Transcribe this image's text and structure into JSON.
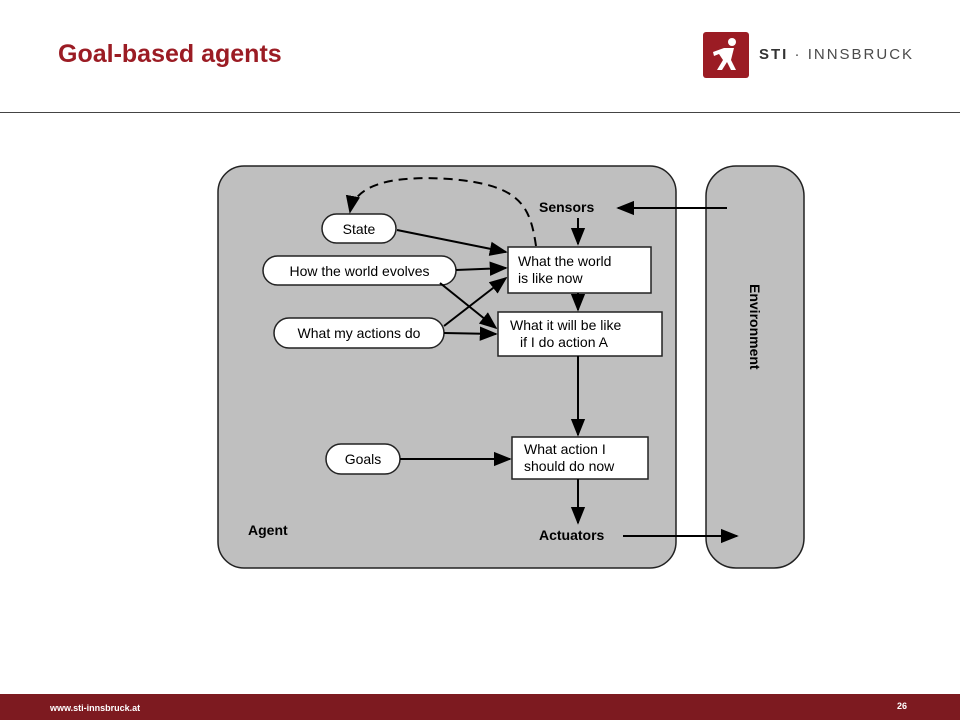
{
  "slide": {
    "title": "Goal-based agents",
    "footer_url": "www.sti-innsbruck.at",
    "page_number": "26"
  },
  "logo": {
    "name": "STI",
    "separator": " · ",
    "suffix": "INNSBRUCK"
  },
  "diagram": {
    "agent_label": "Agent",
    "environment_label": "Environment",
    "sensors": "Sensors",
    "actuators": "Actuators",
    "state": "State",
    "world_evolves": "How the world evolves",
    "my_actions": "What my actions do",
    "goals": "Goals",
    "world_now_l1": "What the world",
    "world_now_l2": "is like now",
    "will_be_l1": "What it will be like",
    "will_be_l2": "if I do action A",
    "action_l1": "What action I",
    "action_l2": "should do now"
  },
  "colors": {
    "brand": "#9b1c24",
    "footer": "#7d1a20",
    "panel": "#bfbfbf"
  }
}
